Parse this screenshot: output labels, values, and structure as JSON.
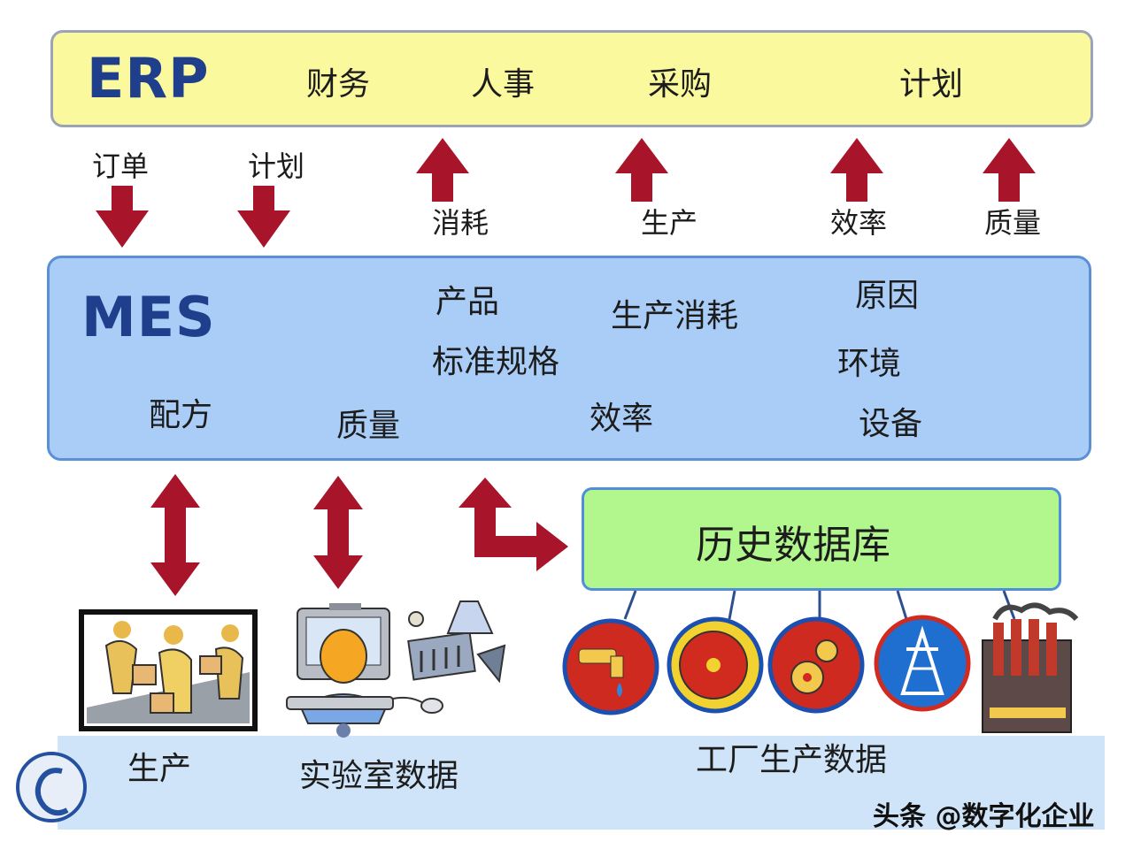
{
  "erp": {
    "title": "ERP",
    "items": [
      "财务",
      "人事",
      "采购",
      "计划"
    ]
  },
  "flows_down": [
    "订单",
    "计划"
  ],
  "flows_up": [
    "消耗",
    "生产",
    "效率",
    "质量"
  ],
  "mes": {
    "title": "MES",
    "terms": {
      "product": "产品",
      "standard": "标准规格",
      "consumption": "生产消耗",
      "cause": "原因",
      "environment": "环境",
      "recipe": "配方",
      "quality": "质量",
      "efficiency": "效率",
      "equipment": "设备"
    }
  },
  "history_db": {
    "label": "历史数据库"
  },
  "bottom": {
    "production": "生产",
    "lab_data": "实验室数据",
    "factory_data": "工厂生产数据"
  },
  "watermark": "头条 @数字化企业",
  "colors": {
    "arrow": "#a8142a",
    "erp_fill": "#fbf99e",
    "mes_fill": "#a9cdf6",
    "history_fill": "#b2f68e",
    "title_blue": "#1f3f8c"
  },
  "icons": [
    "workers-icon",
    "computer-user-icon",
    "lab-tools-icon",
    "water-tap-icon",
    "alarm-bell-icon",
    "gear-icon",
    "power-tower-icon",
    "factory-icon",
    "company-logo-icon"
  ]
}
